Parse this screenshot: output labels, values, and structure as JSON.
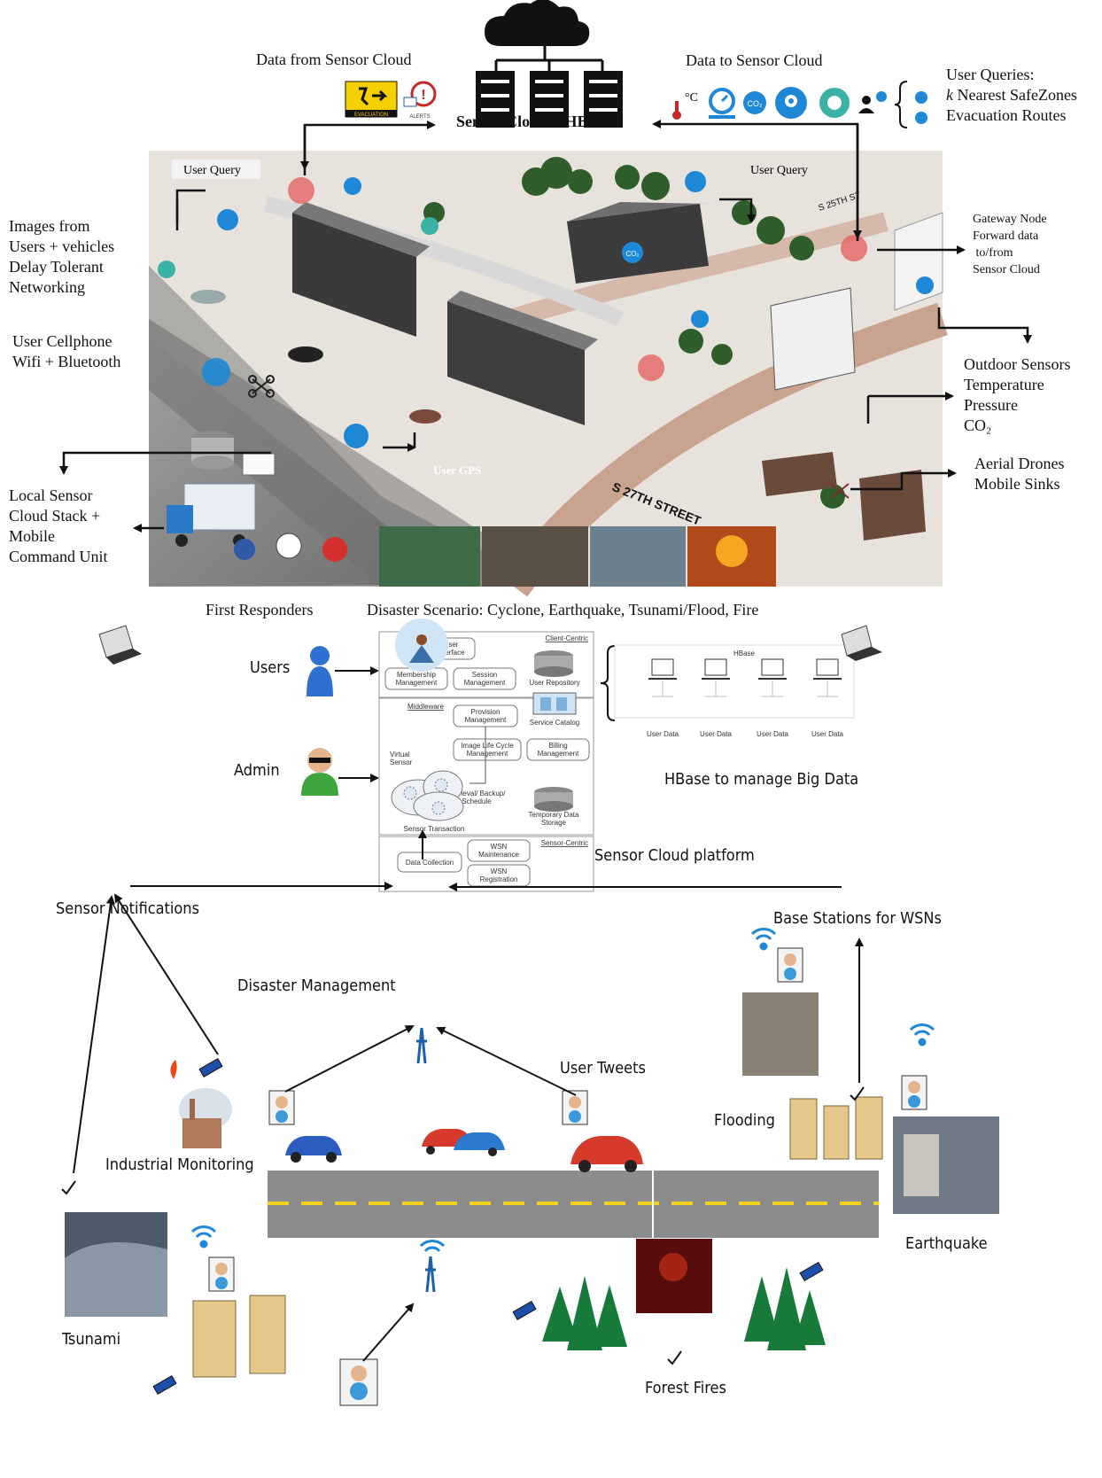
{
  "top": {
    "cloud_label": "Sensor Cloud + HBase",
    "data_from": "Data from Sensor Cloud",
    "data_to": "Data to Sensor Cloud",
    "evacuation_sign": "EVACUATION",
    "alerts": "ALERTS",
    "deg_c": "°C",
    "user_queries_title": "User Queries:",
    "user_queries_k": "k",
    "user_queries_items": [
      "Nearest SafeZones",
      "Evacuation Routes"
    ]
  },
  "map": {
    "user_query_left": "User Query",
    "user_query_right": "User Query",
    "user_gps": "User GPS",
    "street_main": "S 27TH STREET",
    "street_small": "S 25TH ST",
    "co2": "CO₂"
  },
  "left_labels": {
    "images": "Images from\nUsers + vehicles\nDelay Tolerant\nNetworking",
    "cellphone": "User Cellphone\nWifi + Bluetooth",
    "local_stack": "Local Sensor\nCloud Stack +\nMobile\nCommand Unit"
  },
  "right_labels": {
    "gateway": "Gateway Node\nForward data\n to/from\nSensor Cloud",
    "outdoor": "Outdoor Sensors\nTemperature\nPressure\nCO₂",
    "drones": "Aerial Drones\nMobile Sinks"
  },
  "captions": {
    "first_responders": "First Responders",
    "disaster_scenario": "Disaster Scenario: Cyclone, Earthquake, Tsunami/Flood, Fire"
  },
  "platform": {
    "users": "Users",
    "admin": "Admin",
    "client_centric": "Client-Centric",
    "user_interface": "User\nInterface",
    "membership": "Membership\nManagement",
    "session": "Session\nManagement",
    "user_repository": "User Repository",
    "middleware": "Middleware",
    "provision": "Provision\nManagement",
    "service_catalog": "Service Catalog",
    "virtual_sensor": "Virtual\nSensor",
    "image_lifecycle": "Image Life Cycle\nManagement",
    "billing": "Billing\nManagement",
    "retrieval": "Retrieval/ Backup/\nSchedule",
    "temp_storage": "Temporary Data\nStorage",
    "sensor_transaction": "Sensor Transaction",
    "sensor_centric": "Sensor-Centric",
    "data_collection": "Data Collection",
    "wsn_maintenance": "WSN\nMaintenance",
    "wsn_registration": "WSN\nRegistration",
    "hbase_title": "HBase",
    "hbase_nodes": [
      "User Data",
      "User Data",
      "User Data",
      "User Data"
    ],
    "hbase_caption": "HBase to manage Big Data",
    "platform_caption": "Sensor Cloud platform"
  },
  "bottom": {
    "sensor_notifications": "Sensor Notifications",
    "base_stations": "Base Stations for WSNs",
    "disaster_management": "Disaster Management",
    "user_tweets": "User Tweets",
    "flooding": "Flooding",
    "industrial": "Industrial Monitoring",
    "earthquake": "Earthquake",
    "tsunami": "Tsunami",
    "forest_fires": "Forest Fires"
  },
  "colors": {
    "accent_blue": "#1e88d6",
    "arrow": "#111111",
    "road": "#8c8c8c",
    "road_line": "#f2d21b",
    "tree": "#177a3a"
  }
}
